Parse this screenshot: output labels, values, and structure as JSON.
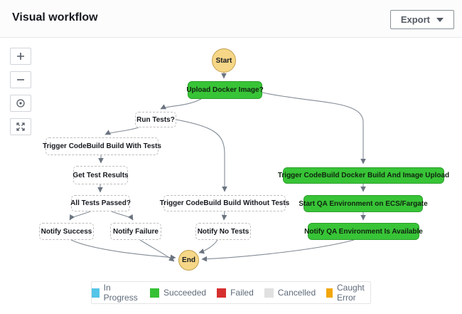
{
  "header": {
    "title": "Visual workflow",
    "export_label": "Export"
  },
  "controls": {
    "buttons": [
      "zoom-in",
      "zoom-out",
      "center-view",
      "fit-view"
    ]
  },
  "workflow": {
    "nodes": [
      {
        "id": "start",
        "label": "Start",
        "type": "terminal"
      },
      {
        "id": "upload-docker-image",
        "label": "Upload Docker Image?",
        "type": "succeeded"
      },
      {
        "id": "run-tests",
        "label": "Run Tests?",
        "type": "default"
      },
      {
        "id": "trigger-codebuild-with-tests",
        "label": "Trigger CodeBuild Build With Tests",
        "type": "default"
      },
      {
        "id": "get-test-results",
        "label": "Get Test Results",
        "type": "default"
      },
      {
        "id": "all-tests-passed",
        "label": "All Tests Passed?",
        "type": "default"
      },
      {
        "id": "notify-success",
        "label": "Notify Success",
        "type": "default"
      },
      {
        "id": "notify-failure",
        "label": "Notify Failure",
        "type": "default"
      },
      {
        "id": "trigger-codebuild-without-tests",
        "label": "Trigger CodeBuild Build Without Tests",
        "type": "default"
      },
      {
        "id": "notify-no-tests",
        "label": "Notify No Tests",
        "type": "default"
      },
      {
        "id": "trigger-codebuild-docker-build",
        "label": "Trigger CodeBuild Docker Build And Image Upload",
        "type": "succeeded"
      },
      {
        "id": "start-qa-environment",
        "label": "Start QA Environment on ECS/Fargate",
        "type": "succeeded"
      },
      {
        "id": "notify-qa-available",
        "label": "Notify QA Environment Is Available",
        "type": "succeeded"
      },
      {
        "id": "end",
        "label": "End",
        "type": "terminal"
      }
    ],
    "edges": [
      [
        "start",
        "upload-docker-image"
      ],
      [
        "upload-docker-image",
        "run-tests"
      ],
      [
        "upload-docker-image",
        "trigger-codebuild-docker-build"
      ],
      [
        "run-tests",
        "trigger-codebuild-with-tests"
      ],
      [
        "run-tests",
        "trigger-codebuild-without-tests"
      ],
      [
        "trigger-codebuild-with-tests",
        "get-test-results"
      ],
      [
        "get-test-results",
        "all-tests-passed"
      ],
      [
        "all-tests-passed",
        "notify-success"
      ],
      [
        "all-tests-passed",
        "notify-failure"
      ],
      [
        "trigger-codebuild-without-tests",
        "notify-no-tests"
      ],
      [
        "notify-success",
        "end"
      ],
      [
        "notify-failure",
        "end"
      ],
      [
        "notify-no-tests",
        "end"
      ],
      [
        "trigger-codebuild-docker-build",
        "start-qa-environment"
      ],
      [
        "start-qa-environment",
        "notify-qa-available"
      ],
      [
        "notify-qa-available",
        "end"
      ]
    ]
  },
  "legend": {
    "items": [
      {
        "label": "In Progress",
        "color": "#54c5e8"
      },
      {
        "label": "Succeeded",
        "color": "#35c135"
      },
      {
        "label": "Failed",
        "color": "#d62f2f"
      },
      {
        "label": "Cancelled",
        "color": "#e0e0e0"
      },
      {
        "label": "Caught Error",
        "color": "#f2a70a"
      }
    ]
  },
  "colors": {
    "succeeded_fill": "#38c437",
    "succeeded_border": "#2ca02c",
    "terminal_fill": "#f6d787",
    "terminal_border": "#c2a050",
    "edge": "#818b95"
  }
}
